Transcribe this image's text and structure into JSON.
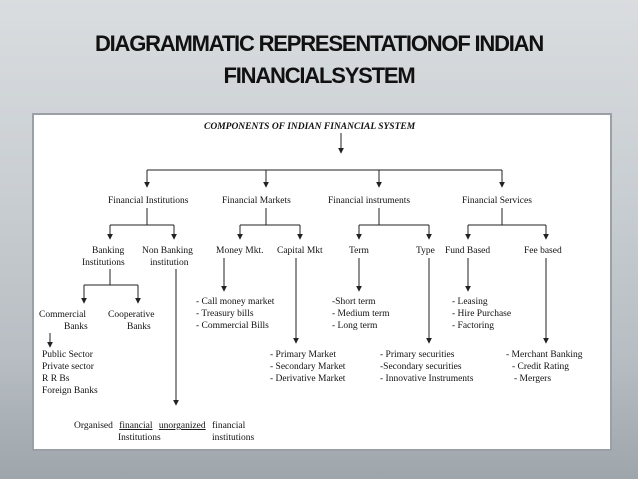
{
  "title": {
    "line1": "DIAGRAMMATIC REPRESENTATIONOF INDIAN",
    "line2": "FINANCIALSYSTEM"
  },
  "diagram": {
    "header": "COMPONENTS OF INDIAN FINANCIAL SYSTEM",
    "level1": {
      "institutions": "Financial Institutions",
      "markets": "Financial Markets",
      "instruments": "Financial instruments",
      "services": "Financial Services"
    },
    "level2": {
      "banking_line1": "Banking",
      "banking_line2": "Institutions",
      "nonbanking_line1": "Non Banking",
      "nonbanking_line2": "institution",
      "money_mkt": "Money Mkt.",
      "capital_mkt": "Capital Mkt",
      "term": "Term",
      "type": "Type",
      "fund_based": "Fund Based",
      "fee_based": "Fee based"
    },
    "level3": {
      "commercial_line1": "Commercial",
      "commercial_line2": "Banks",
      "cooperative_line1": "Cooperative",
      "cooperative_line2": "Banks"
    },
    "bank_types": [
      "Public Sector",
      "Private sector",
      "R R Bs",
      "Foreign Banks"
    ],
    "money_market_items": [
      "- Call money market",
      "- Treasury bills",
      "- Commercial Bills"
    ],
    "term_items": [
      "-Short term",
      "- Medium term",
      "- Long term"
    ],
    "fund_items": [
      "- Leasing",
      "- Hire Purchase",
      "- Factoring"
    ],
    "capital_market_items": [
      "- Primary Market",
      "- Secondary Market",
      "- Derivative Market"
    ],
    "type_items": [
      "- Primary securities",
      "-Secondary securities",
      "- Innovative Instruments"
    ],
    "fee_items": [
      "- Merchant Banking",
      "- Credit Rating",
      "- Mergers"
    ],
    "bottom": {
      "organised": "Organised",
      "financial": "financial",
      "unorganized": "unorganized",
      "financial2": "financial",
      "institutions1": "Institutions",
      "institutions2": "institutions"
    }
  }
}
